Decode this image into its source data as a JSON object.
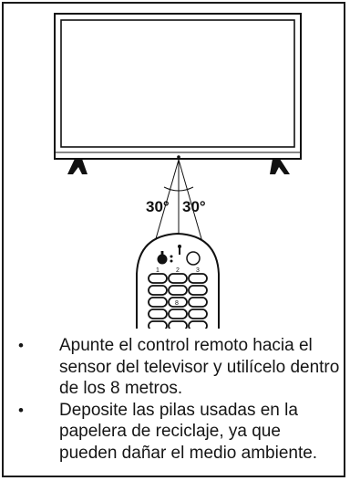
{
  "diagram": {
    "angle_left": "30°",
    "angle_right": "30°",
    "remote_number_labels": [
      "1",
      "2",
      "3"
    ],
    "remote_key_labels": [
      "8"
    ]
  },
  "bullets": [
    {
      "marker": "•",
      "text": "Apunte el control remoto hacia el sensor del televisor y utilícelo dentro de los 8 metros."
    },
    {
      "marker": "•",
      "text": "Deposite las pilas usadas en la papelera de reciclaje, ya que pueden dañar el medio ambiente."
    }
  ]
}
